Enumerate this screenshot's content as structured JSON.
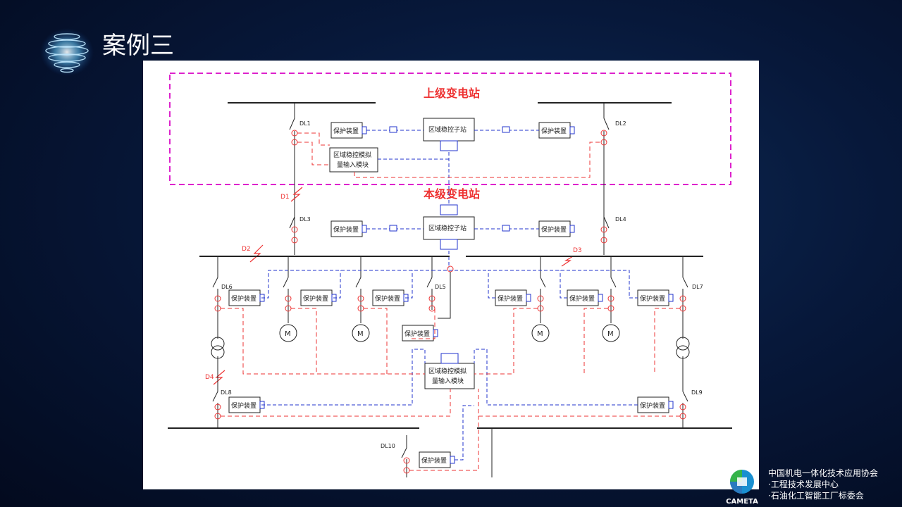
{
  "header": {
    "title": "案例三"
  },
  "diagram": {
    "region_upper": "上级变电站",
    "region_local": "本级变电站",
    "breakers": {
      "dl1": "DL1",
      "dl2": "DL2",
      "dl3": "DL3",
      "dl4": "DL4",
      "dl5": "DL5",
      "dl6": "DL6",
      "dl7": "DL7",
      "dl8": "DL8",
      "dl9": "DL9",
      "dl10": "DL10"
    },
    "faults": {
      "d1": "D1",
      "d2": "D2",
      "d3": "D3",
      "d4": "D4"
    },
    "boxes": {
      "protection": "保护装置",
      "substation": "区域稳控子站",
      "analog_line1": "区域稳控模拟",
      "analog_line2": "量输入模块"
    },
    "motor": "M"
  },
  "footer": {
    "logo_text": "CAMETA",
    "lines": [
      "中国机电一体化技术应用协会",
      "·工程技术发展中心",
      "·石油化工智能工厂标委会"
    ]
  },
  "colors": {
    "red": "#ee3333",
    "blue": "#2233cc",
    "magenta": "#dd22cc",
    "black": "#222222"
  }
}
